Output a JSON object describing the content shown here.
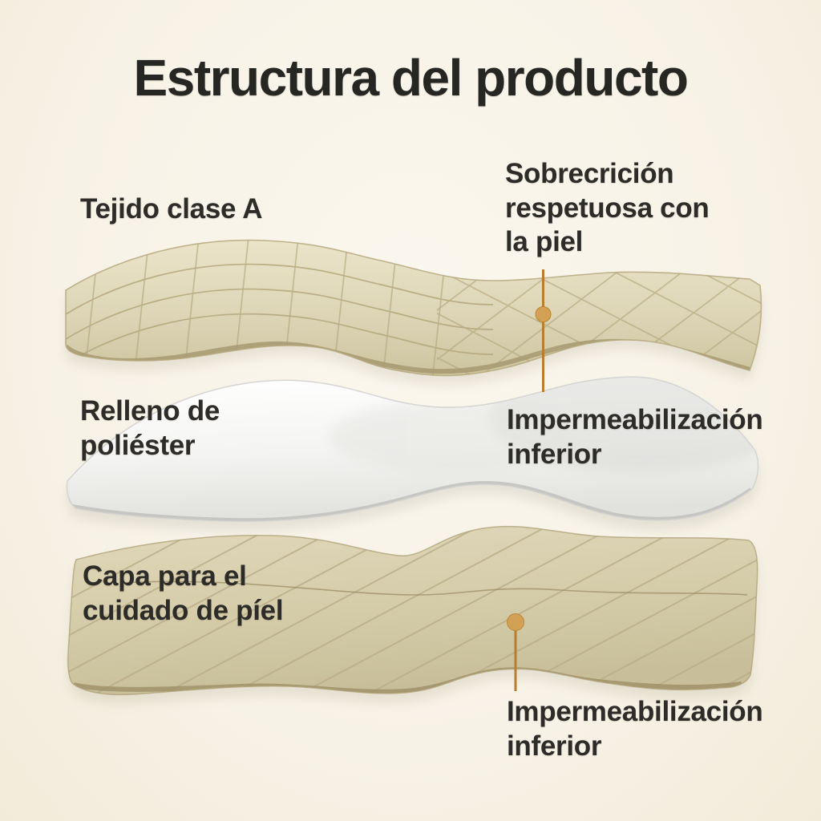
{
  "title": "Estructura del producto",
  "labels": {
    "top_left": "Tejido clase A",
    "top_right": "Sobrecrición respetuosa con la piel",
    "middle_left": "Relleno de poliéster",
    "middle_right": "Impermeabilización inferior",
    "bottom_left": "Capa para el cuidado de píel",
    "bottom_right": "Impermeabilización inferior"
  },
  "layers": {
    "top": "Tejido acolchado (clase A)",
    "middle": "Relleno blanco de poliéster",
    "bottom": "Capa inferior a rayas para el cuidado de la piel"
  },
  "colors": {
    "background": "#f7f2e6",
    "fabric_beige": "#ddd5b6",
    "fabric_stitch_lines": "#b3a67c",
    "filling_white": "#f6f6f4",
    "bottom_layer_beige": "#d6cdab",
    "connector_orange": "#b87d2e",
    "marker_dot": "#d2a155",
    "text": "#2d2c29"
  }
}
